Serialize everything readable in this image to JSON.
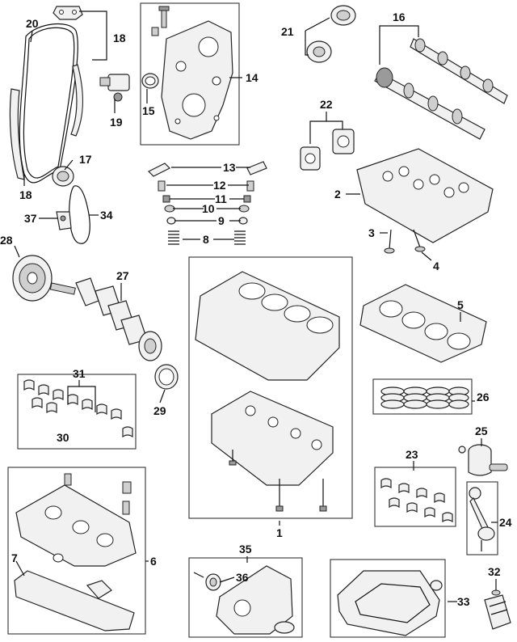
{
  "diagram": {
    "labels": {
      "p1": "1",
      "p2": "2",
      "p3": "3",
      "p4": "4",
      "p5": "5",
      "p6": "6",
      "p7": "7",
      "p8": "8",
      "p9": "9",
      "p10": "10",
      "p11": "11",
      "p12": "12",
      "p13": "13",
      "p14": "14",
      "p15": "15",
      "p16": "16",
      "p17": "17",
      "p18a": "18",
      "p18b": "18",
      "p19": "19",
      "p20": "20",
      "p21": "21",
      "p22": "22",
      "p23": "23",
      "p24": "24",
      "p25": "25",
      "p26": "26",
      "p27": "27",
      "p28": "28",
      "p29": "29",
      "p30": "30",
      "p31": "31",
      "p32": "32",
      "p33": "33",
      "p34": "34",
      "p35": "35",
      "p36": "36",
      "p37": "37"
    }
  }
}
